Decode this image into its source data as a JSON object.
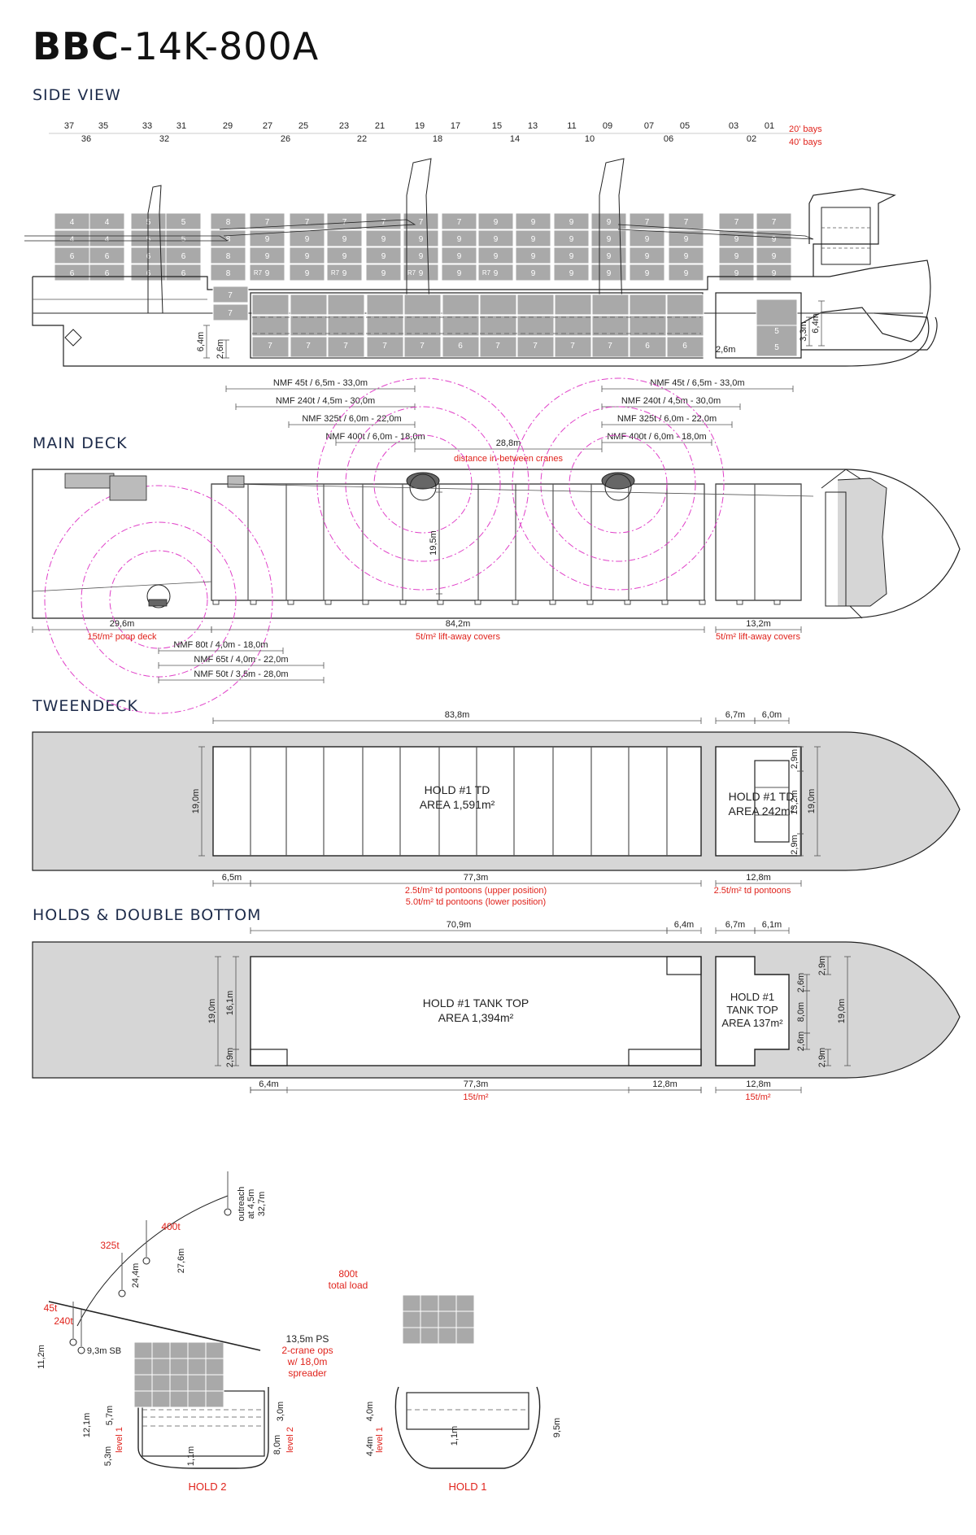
{
  "title": {
    "bold": "BBC",
    "rest": "-14K-800A"
  },
  "sections": {
    "side_view": "SIDE VIEW",
    "main_deck": "MAIN DECK",
    "tweendeck": "TWEENDECK",
    "holds": "HOLDS & DOUBLE BOTTOM"
  },
  "colors": {
    "accent_red": "#e0231c",
    "crane_circle": "#e040c8",
    "container_gray": "#a9a9a9",
    "hull_gray": "#d6d6d6",
    "heading": "#1d2b4a"
  },
  "side_view": {
    "bays20": [
      "37",
      "35",
      "33",
      "31",
      "29",
      "27",
      "25",
      "23",
      "21",
      "19",
      "17",
      "15",
      "13",
      "11",
      "09",
      "07",
      "05",
      "03",
      "01"
    ],
    "bays40": [
      "36",
      "32",
      "26",
      "22",
      "18",
      "14",
      "10",
      "06",
      "02"
    ],
    "legend20": "20' bays",
    "legend40": "40' bays",
    "upper_stack_labels": [
      [
        "4",
        "4",
        "6",
        "6"
      ],
      [
        "4",
        "4",
        "6",
        "6"
      ],
      [
        "5",
        "5",
        "6",
        "6"
      ],
      [
        "5",
        "5",
        "6",
        "6"
      ],
      [
        "8",
        "8",
        "8",
        "8"
      ],
      [
        "7",
        "9",
        "9",
        "9"
      ],
      [
        "7",
        "9",
        "9",
        "9"
      ],
      [
        "7",
        "9",
        "9",
        "9"
      ],
      [
        "7",
        "9",
        "9",
        "9"
      ],
      [
        "7",
        "9",
        "9",
        "9"
      ],
      [
        "7",
        "9",
        "9",
        "9"
      ],
      [
        "9",
        "9",
        "9",
        "9"
      ],
      [
        "9",
        "9",
        "9",
        "9"
      ],
      [
        "9",
        "9",
        "9",
        "9"
      ],
      [
        "9",
        "9",
        "9",
        "9"
      ],
      [
        "7",
        "9",
        "9",
        "9"
      ],
      [
        "7",
        "9",
        "9",
        "9"
      ],
      [
        "7",
        "9",
        "9",
        "9"
      ],
      [
        "7",
        "9",
        "9",
        "9"
      ]
    ],
    "reefer_label": "R7",
    "below_labels": [
      "7",
      "7",
      "7",
      "7",
      "7",
      "6",
      "7",
      "7",
      "7",
      "7",
      "6",
      "6",
      "5",
      "5"
    ],
    "dims": {
      "d64": "6,4m",
      "d26": "2,6m",
      "d26b": "2,6m",
      "d33": "3,3m",
      "d64b": "6,4m"
    }
  },
  "main_deck": {
    "nmf_left": [
      "NMF 45t / 6,5m - 33,0m",
      "NMF 240t / 4,5m - 30,0m",
      "NMF 325t / 6,0m - 22,0m",
      "NMF 400t / 6,0m - 18,0m"
    ],
    "nmf_right": [
      "NMF 45t / 6,5m - 33,0m",
      "NMF 240t / 4,5m - 30,0m",
      "NMF 325t / 6,0m - 22,0m",
      "NMF 400t / 6,0m - 18,0m"
    ],
    "crane_distance": "28,8m",
    "crane_distance_note": "distance in-between cranes",
    "beam": "19,5m",
    "poop_length": "29,6m",
    "poop_load": "15t/m² poop deck",
    "main_length": "84,2m",
    "main_load": "5t/m² lift-away covers",
    "fwd_length": "13,2m",
    "fwd_load": "5t/m² lift-away covers",
    "nmf_aft": [
      "NMF 80t / 4,0m - 18,0m",
      "NMF 65t / 4,0m - 22,0m",
      "NMF 50t / 3,5m - 28,0m"
    ]
  },
  "tweendeck": {
    "top_len": "83,8m",
    "top_fwd1": "6,7m",
    "top_fwd2": "6,0m",
    "beam_left": "19,0m",
    "hold_label": "HOLD #1 TD",
    "hold_area": "AREA 1,591m²",
    "fwd_label": "HOLD #1 TD",
    "fwd_area": "AREA 242m²",
    "right_dims": [
      "2,9m",
      "13,2m",
      "2,9m"
    ],
    "beam_right": "19,0m",
    "bot_left": "6,5m",
    "bot_mid": "77,3m",
    "bot_fwd": "12,8m",
    "load1": "2.5t/m² td pontoons (upper position)",
    "load2": "5.0t/m² td pontoons (lower position)",
    "load_fwd": "2.5t/m² td pontoons"
  },
  "holds": {
    "top_len": "70,9m",
    "top_aft": "6,4m",
    "top_fwd1": "6,7m",
    "top_fwd2": "6,1m",
    "left_dims": [
      "19,0m",
      "16,1m",
      "2,9m"
    ],
    "hold_label": "HOLD #1 TANK TOP",
    "hold_area": "AREA 1,394m²",
    "fwd_label1": "HOLD #1",
    "fwd_label2": "TANK TOP",
    "fwd_area": "AREA 137m²",
    "right_dims": [
      "2,9m",
      "2,6m",
      "8,0m",
      "2,6m",
      "2,9m"
    ],
    "beam_right": "19,0m",
    "bot_left": "6,4m",
    "bot_mid": "77,3m",
    "bot_right": "12,8m",
    "bot_fwd": "12,8m",
    "load": "15t/m²",
    "load_fwd": "15t/m²"
  },
  "sections_view": {
    "outreach": [
      "32,7m",
      "at 4,5m",
      "outreach"
    ],
    "t400": "400t",
    "t325": "325t",
    "t45": "45t",
    "t240": "240t",
    "d276": "27,6m",
    "d244": "24,4m",
    "total": [
      "800t",
      "total load"
    ],
    "sb": "9,3m SB",
    "ps": [
      "13,5m PS",
      "2-crane ops",
      "w/ 18,0m",
      "spreader"
    ],
    "d112": "11,2m",
    "d121": "12,1m",
    "d57": "5,7m",
    "d53": "5,3m",
    "level1": "level 1",
    "d30": "3,0m",
    "d80": "8,0m",
    "level2": "level 2",
    "d11": "1,1m",
    "hold2": "HOLD 2",
    "h1_d40": "4,0m",
    "h1_d44": "4,4m",
    "h1_level1": "level 1",
    "h1_d11": "1,1m",
    "h1_d95": "9,5m",
    "hold1": "HOLD 1"
  }
}
